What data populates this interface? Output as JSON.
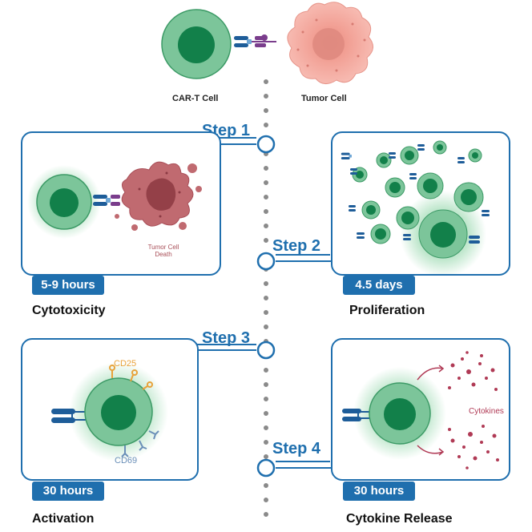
{
  "top": {
    "cart_label": "CAR-T Cell",
    "tumor_label": "Tumor Cell"
  },
  "steps": [
    {
      "label": "Step 1",
      "duration": "5-9 hours",
      "caption": "Cytotoxicity",
      "note": "Tumor Cell Death"
    },
    {
      "label": "Step 2",
      "duration": "4.5 days",
      "caption": "Proliferation"
    },
    {
      "label": "Step 3",
      "duration": "30 hours",
      "caption": "Activation",
      "markers": [
        "CD25",
        "CD69"
      ]
    },
    {
      "label": "Step 4",
      "duration": "30 hours",
      "caption": "Cytokine Release",
      "note": "Cytokines"
    }
  ],
  "colors": {
    "accent": "#1f6fae",
    "cell_green": "#7cc59a",
    "nucleus_green": "#12804a",
    "tumor_pink": "#f4a9a0",
    "tumor_dead": "#b85b63",
    "cd25": "#e8a23a",
    "cd69": "#6a8fb8",
    "cytokine": "#b03a55"
  }
}
